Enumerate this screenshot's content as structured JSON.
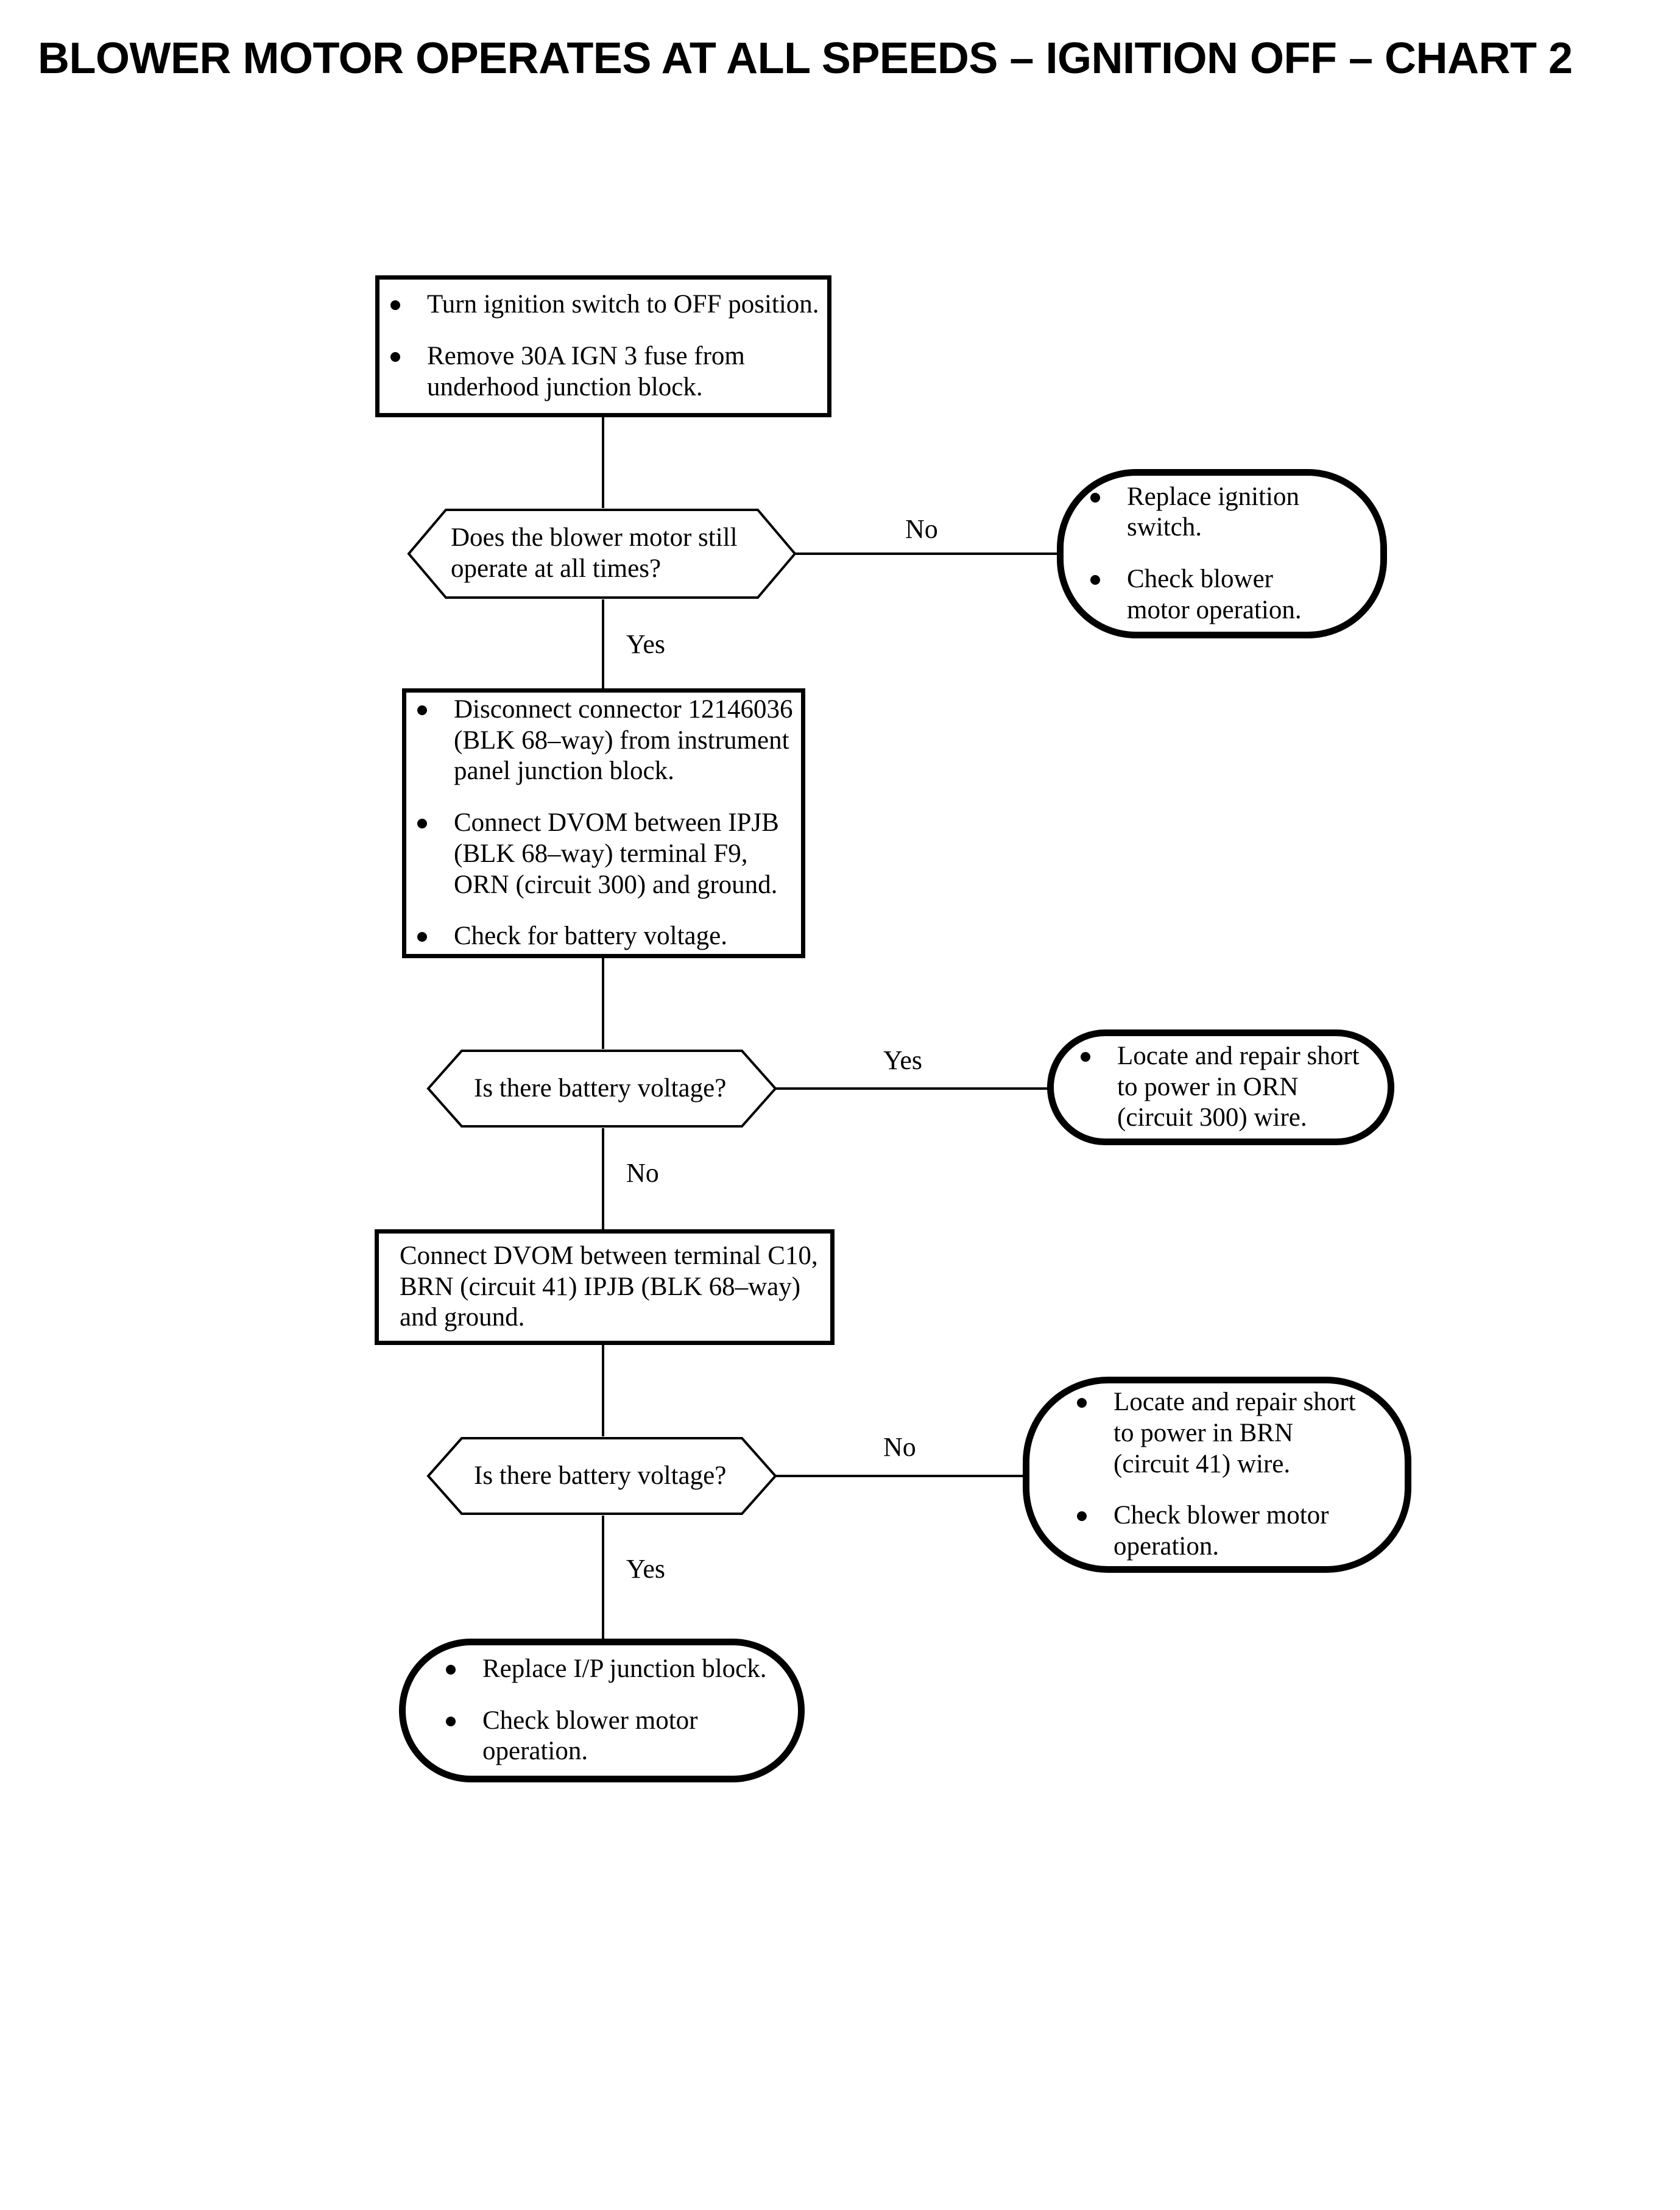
{
  "page": {
    "title": "BLOWER MOTOR OPERATES AT ALL SPEEDS – IGNITION OFF – CHART 2",
    "background_color": "#ffffff",
    "ink_color": "#000000"
  },
  "chart_data": {
    "type": "flowchart",
    "title": "BLOWER MOTOR OPERATES AT ALL SPEEDS – IGNITION OFF – CHART 2",
    "nodes": [
      {
        "id": "step1",
        "shape": "process",
        "bullets": [
          [
            "Turn ignition switch to OFF position."
          ],
          [
            "Remove 30A IGN 3 fuse from",
            "underhood junction block."
          ]
        ]
      },
      {
        "id": "decision1",
        "shape": "decision",
        "lines": [
          "Does the blower motor still",
          "operate at all times?"
        ]
      },
      {
        "id": "result1",
        "shape": "terminator",
        "bullets": [
          [
            "Replace ignition",
            "switch."
          ],
          [
            "Check blower",
            "motor operation."
          ]
        ]
      },
      {
        "id": "step2",
        "shape": "process",
        "bullets": [
          [
            "Disconnect connector 12146036",
            "(BLK 68–way) from instrument",
            "panel junction block."
          ],
          [
            "Connect DVOM between IPJB",
            "(BLK 68–way) terminal F9,",
            "ORN (circuit 300) and ground."
          ],
          [
            "Check for battery voltage."
          ]
        ]
      },
      {
        "id": "decision2",
        "shape": "decision",
        "lines": [
          "Is there battery voltage?"
        ]
      },
      {
        "id": "result2",
        "shape": "terminator",
        "bullets": [
          [
            "Locate and repair short",
            "to power in ORN",
            "(circuit 300) wire."
          ]
        ]
      },
      {
        "id": "step3",
        "shape": "process",
        "lines": [
          "Connect DVOM between terminal C10,",
          "BRN (circuit 41) IPJB (BLK 68–way)",
          "and ground."
        ]
      },
      {
        "id": "decision3",
        "shape": "decision",
        "lines": [
          "Is there battery voltage?"
        ]
      },
      {
        "id": "result3",
        "shape": "terminator",
        "bullets": [
          [
            "Locate and repair short",
            "to power in BRN",
            "(circuit 41) wire."
          ],
          [
            "Check blower motor",
            "operation."
          ]
        ]
      },
      {
        "id": "result4",
        "shape": "terminator",
        "bullets": [
          [
            "Replace I/P junction block."
          ],
          [
            "Check blower motor",
            "operation."
          ]
        ]
      }
    ],
    "edges": [
      {
        "from": "step1",
        "to": "decision1",
        "label": ""
      },
      {
        "from": "decision1",
        "to": "result1",
        "label": "No"
      },
      {
        "from": "decision1",
        "to": "step2",
        "label": "Yes"
      },
      {
        "from": "step2",
        "to": "decision2",
        "label": ""
      },
      {
        "from": "decision2",
        "to": "result2",
        "label": "Yes"
      },
      {
        "from": "decision2",
        "to": "step3",
        "label": "No"
      },
      {
        "from": "step3",
        "to": "decision3",
        "label": ""
      },
      {
        "from": "decision3",
        "to": "result3",
        "label": "No"
      },
      {
        "from": "decision3",
        "to": "result4",
        "label": "Yes"
      }
    ]
  },
  "step1": {
    "b1_l1": "Turn ignition switch to OFF position.",
    "b2_l1": "Remove 30A IGN 3 fuse from",
    "b2_l2": "underhood junction block."
  },
  "decision1": {
    "l1": "Does the blower motor still",
    "l2": "operate at all times?"
  },
  "result1": {
    "b1_l1": "Replace ignition",
    "b1_l2": "switch.",
    "b2_l1": "Check blower",
    "b2_l2": "motor operation."
  },
  "step2": {
    "b1_l1": "Disconnect connector 12146036",
    "b1_l2": "(BLK 68–way) from instrument",
    "b1_l3": "panel junction block.",
    "b2_l1": "Connect DVOM between IPJB",
    "b2_l2": "(BLK 68–way) terminal F9,",
    "b2_l3": "ORN (circuit 300) and ground.",
    "b3_l1": "Check for battery voltage."
  },
  "decision2": {
    "l1": "Is there battery voltage?"
  },
  "result2": {
    "b1_l1": "Locate and repair short",
    "b1_l2": "to power in ORN",
    "b1_l3": "(circuit 300) wire."
  },
  "step3": {
    "l1": "Connect DVOM between terminal C10,",
    "l2": "BRN (circuit 41) IPJB (BLK 68–way)",
    "l3": "and ground."
  },
  "decision3": {
    "l1": "Is there battery voltage?"
  },
  "result3": {
    "b1_l1": "Locate and repair short",
    "b1_l2": "to power in BRN",
    "b1_l3": "(circuit 41) wire.",
    "b2_l1": "Check blower motor",
    "b2_l2": "operation."
  },
  "result4": {
    "b1_l1": "Replace I/P junction block.",
    "b2_l1": "Check blower motor",
    "b2_l2": "operation."
  },
  "labels": {
    "no1": "No",
    "yes1": "Yes",
    "yes2": "Yes",
    "no2": "No",
    "no3": "No",
    "yes3": "Yes"
  }
}
